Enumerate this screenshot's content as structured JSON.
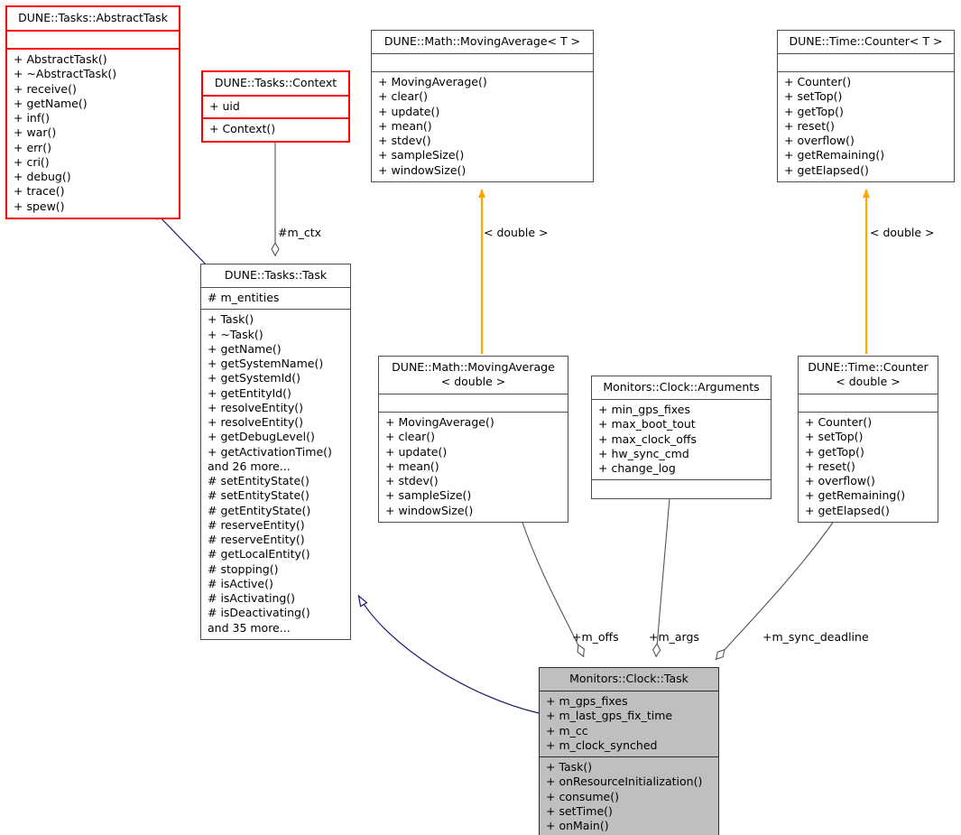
{
  "diagram": {
    "kind": "uml-collaboration-diagram",
    "colors": {
      "highlight_border": "#ff0000",
      "focus_fill": "#bfbfbf",
      "box_border": "#4d4d4d",
      "inheritance_edge": "#191970",
      "aggregation_edge": "#545454",
      "template_edge": "#ffa500",
      "background": "#ffffff"
    }
  },
  "boxes": {
    "abstract_task": {
      "title": "DUNE::Tasks::AbstractTask",
      "attributes": [],
      "methods": [
        "+ AbstractTask()",
        "+ ~AbstractTask()",
        "+ receive()",
        "+ getName()",
        "+ inf()",
        "+ war()",
        "+ err()",
        "+ cri()",
        "+ debug()",
        "+ trace()",
        "+ spew()"
      ]
    },
    "context": {
      "title": "DUNE::Tasks::Context",
      "attributes": [
        "+ uid"
      ],
      "methods": [
        "+ Context()"
      ]
    },
    "moving_average_t": {
      "title": "DUNE::Math::MovingAverage< T >",
      "attributes": [],
      "methods": [
        "+ MovingAverage()",
        "+ clear()",
        "+ update()",
        "+ mean()",
        "+ stdev()",
        "+ sampleSize()",
        "+ windowSize()"
      ]
    },
    "counter_t": {
      "title": "DUNE::Time::Counter< T >",
      "attributes": [],
      "methods": [
        "+ Counter()",
        "+ setTop()",
        "+ getTop()",
        "+ reset()",
        "+ overflow()",
        "+ getRemaining()",
        "+ getElapsed()"
      ]
    },
    "tasks_task": {
      "title": "DUNE::Tasks::Task",
      "attributes": [
        "# m_entities"
      ],
      "methods": [
        "+ Task()",
        "+ ~Task()",
        "+ getName()",
        "+ getSystemName()",
        "+ getSystemId()",
        "+ getEntityId()",
        "+ resolveEntity()",
        "+ resolveEntity()",
        "+ getDebugLevel()",
        "+ getActivationTime()",
        "and 26 more...",
        "# setEntityState()",
        "# setEntityState()",
        "# getEntityState()",
        "# reserveEntity()",
        "# reserveEntity()",
        "# getLocalEntity()",
        "# stopping()",
        "# isActive()",
        "# isActivating()",
        "# isDeactivating()",
        "and 35 more..."
      ]
    },
    "moving_average_double": {
      "title": "DUNE::Math::MovingAverage\n< double >",
      "attributes": [],
      "methods": [
        "+ MovingAverage()",
        "+ clear()",
        "+ update()",
        "+ mean()",
        "+ stdev()",
        "+ sampleSize()",
        "+ windowSize()"
      ]
    },
    "clock_arguments": {
      "title": "Monitors::Clock::Arguments",
      "attributes": [
        "+ min_gps_fixes",
        "+ max_boot_tout",
        "+ max_clock_offs",
        "+ hw_sync_cmd",
        "+ change_log"
      ],
      "methods": []
    },
    "counter_double": {
      "title": "DUNE::Time::Counter\n< double >",
      "attributes": [],
      "methods": [
        "+ Counter()",
        "+ setTop()",
        "+ getTop()",
        "+ reset()",
        "+ overflow()",
        "+ getRemaining()",
        "+ getElapsed()"
      ]
    },
    "clock_task": {
      "title": "Monitors::Clock::Task",
      "attributes": [
        "+ m_gps_fixes",
        "+ m_last_gps_fix_time",
        "+ m_cc",
        "+ m_clock_synched"
      ],
      "methods": [
        "+ Task()",
        "+ onResourceInitialization()",
        "+ consume()",
        "+ setTime()",
        "+ onMain()"
      ]
    }
  },
  "edge_labels": {
    "m_ctx": "#m_ctx",
    "template_double_left": "< double >",
    "template_double_right": "< double >",
    "m_offs": "+m_offs",
    "m_args": "+m_args",
    "m_sync_deadline": "+m_sync_deadline"
  }
}
